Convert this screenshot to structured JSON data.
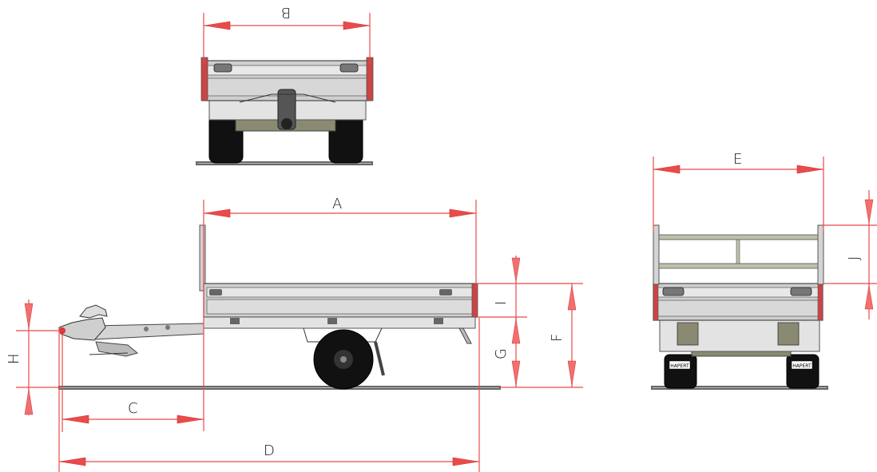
{
  "dimension_labels": {
    "a": "A",
    "b": "B",
    "c": "C",
    "d": "D",
    "e": "E",
    "f": "F",
    "g": "G",
    "h": "H",
    "i": "I",
    "j": "J"
  },
  "plate_text": "HAPERT",
  "colors": {
    "dimension": "#e84b4b",
    "body": "#d9d9d9",
    "frame": "#4a4a4a",
    "tyre": "#111111",
    "chassis": "#8a8a72"
  }
}
